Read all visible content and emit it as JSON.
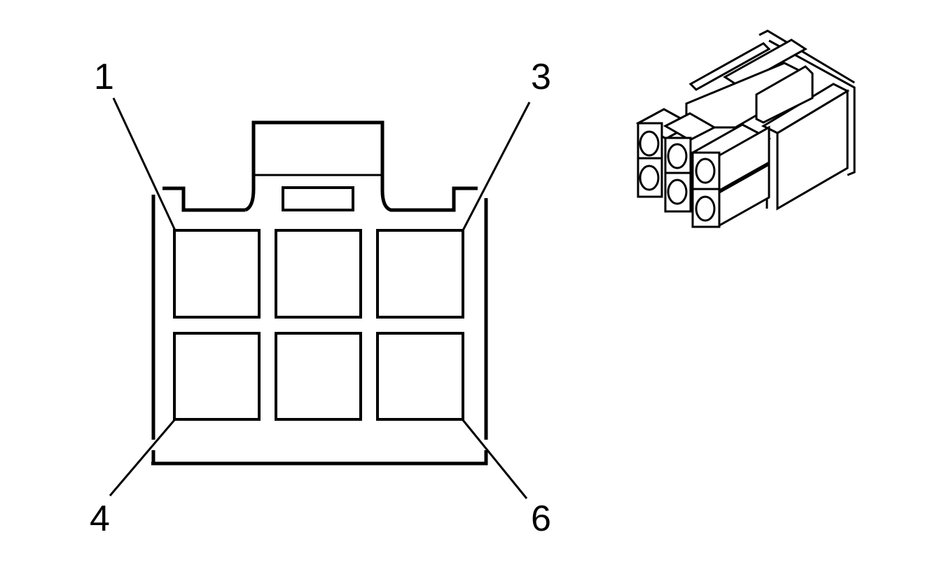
{
  "diagram": {
    "type": "connector-pinout",
    "description": "6-pin connector face view with isometric connector illustration",
    "colors": {
      "line": "#000000",
      "background": "#ffffff"
    },
    "pin_labels": [
      {
        "id": "pin-1",
        "text": "1"
      },
      {
        "id": "pin-3",
        "text": "3"
      },
      {
        "id": "pin-4",
        "text": "4"
      },
      {
        "id": "pin-6",
        "text": "6"
      }
    ],
    "grid": {
      "rows": 2,
      "columns": 3,
      "pin_count": 6
    }
  }
}
